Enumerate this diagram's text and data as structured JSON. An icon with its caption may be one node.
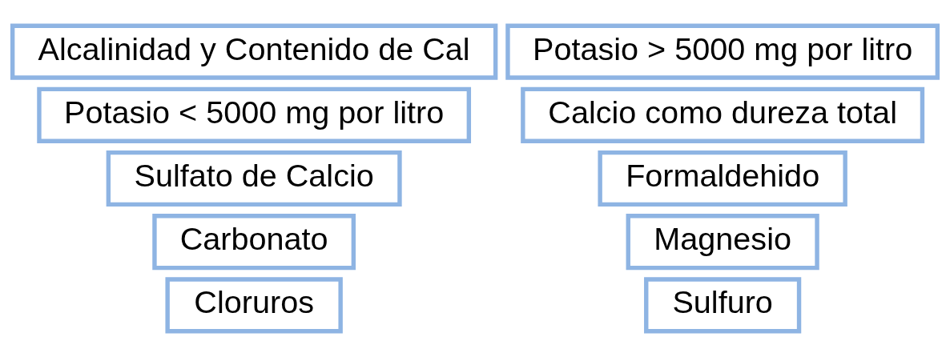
{
  "diagram": {
    "nodes": [
      {
        "text": [
          "Alcalinidad y Contenido de Cal"
        ]
      },
      {
        "text": [
          "Formaldehido"
        ]
      },
      {
        "text": [
          "Sulfato de Calcio"
        ]
      },
      {
        "text": [
          "Sulfuro"
        ]
      },
      {
        "text": [
          "Cloruros"
        ]
      },
      {
        "text": [
          "Carbonato"
        ]
      },
      {
        "text": [
          "Calcio como dureza total"
        ]
      },
      {
        "text": [
          "Potasio > 5000 mg por litro"
        ]
      },
      {
        "text": [
          "Magnesio"
        ]
      },
      {
        "text": [
          "Potasio < 5000 mg por litro"
        ]
      }
    ]
  }
}
